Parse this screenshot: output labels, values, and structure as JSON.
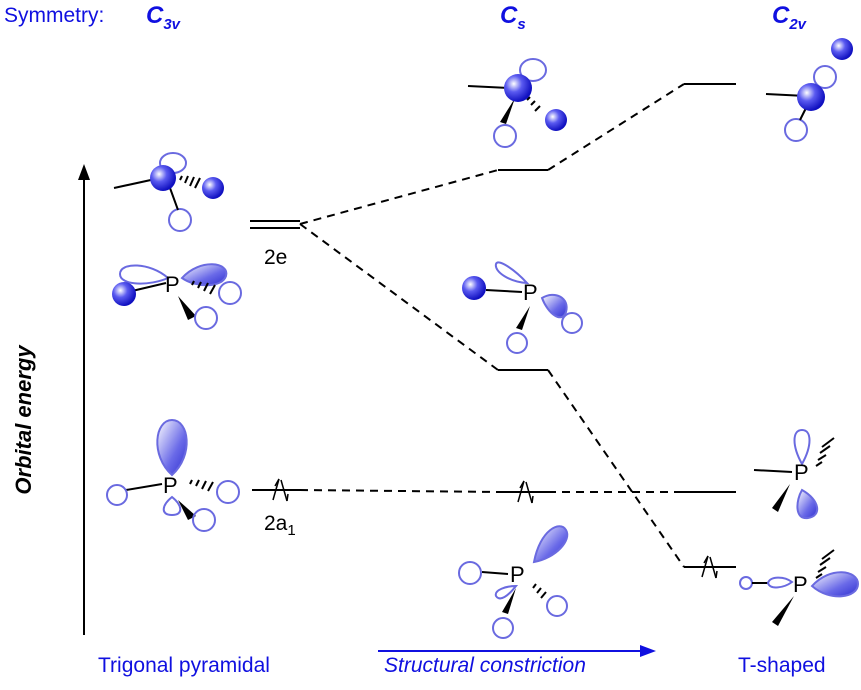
{
  "header": {
    "symmetry_label": "Symmetry:",
    "groups": [
      {
        "main": "C",
        "sub": "3v"
      },
      {
        "main": "C",
        "sub": "s"
      },
      {
        "main": "C",
        "sub": "2v"
      }
    ]
  },
  "axis": {
    "label": "Orbital energy"
  },
  "levels": {
    "e_label": {
      "main": "2e",
      "sub": ""
    },
    "a1_label": {
      "main": "2a",
      "sub": "1"
    }
  },
  "atom_label": "P",
  "footer": {
    "left": "Trigonal pyramidal",
    "middle": "Structural constriction",
    "right": "T-shaped"
  },
  "colors": {
    "accent": "#1010e0",
    "lobe_fill": "#7070e8",
    "lobe_stroke": "#6a6ae0"
  }
}
